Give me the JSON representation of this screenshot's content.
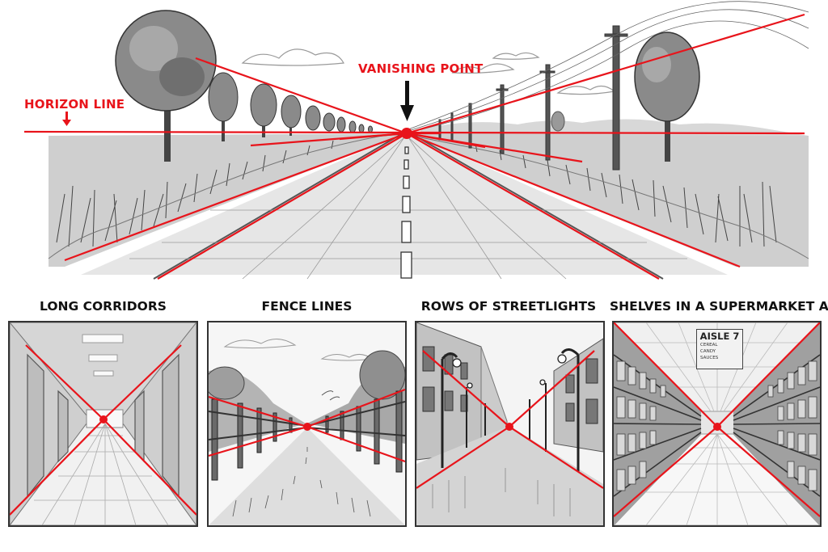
{
  "main": {
    "horizon_label": "HORIZON LINE",
    "vanishing_label": "VANISHING POINT"
  },
  "panels": [
    {
      "title": "LONG CORRIDORS"
    },
    {
      "title": "FENCE LINES"
    },
    {
      "title": "ROWS OF STREETLIGHTS"
    },
    {
      "title": "SHELVES IN A SUPERMARKET AISLE",
      "sign": {
        "heading": "AISLE 7",
        "items": [
          "CEREAL",
          "CANDY",
          "SAUCES"
        ]
      }
    }
  ],
  "colors": {
    "accent": "#e8141b",
    "ink": "#222222"
  }
}
